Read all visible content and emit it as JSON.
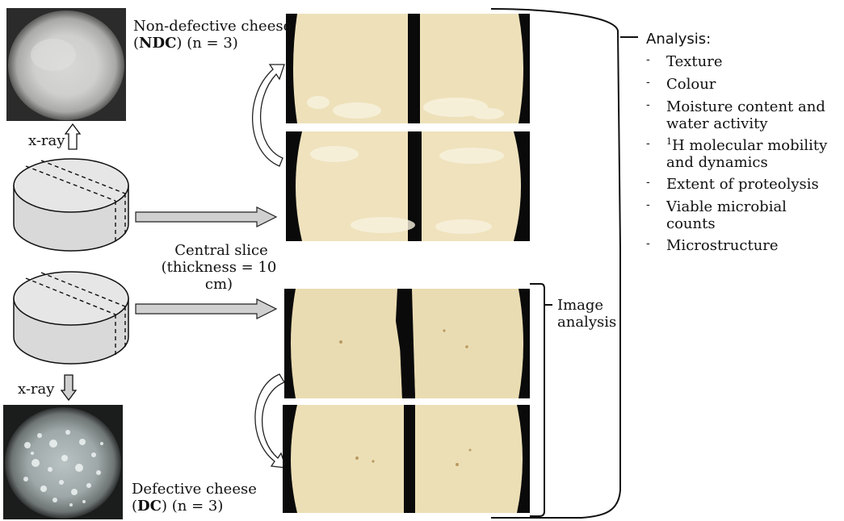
{
  "ndc_label": {
    "prefix": "Non-defective cheese",
    "open": "(",
    "abbr": "NDC",
    "close": ")",
    "n": "(n = 3)"
  },
  "dc_label": {
    "prefix": "Defective cheese",
    "open": "(",
    "abbr": "DC",
    "close": ")",
    "n": "(n = 3)"
  },
  "xray_top": "x-ray",
  "xray_bottom": "x-ray",
  "central_slice": {
    "line1": "Central slice",
    "line2": "(thickness = 10 cm)"
  },
  "image_analysis": {
    "line1": "Image",
    "line2": "analysis"
  },
  "analysis": {
    "title": "Analysis:",
    "items": [
      {
        "dash": "-",
        "text": "Texture"
      },
      {
        "dash": "-",
        "text": "Colour"
      },
      {
        "dash": "-",
        "text": "Moisture content and water activity"
      },
      {
        "dash": "-",
        "sup": "1",
        "text": "H molecular mobility and dynamics"
      },
      {
        "dash": "-",
        "text": "Extent of proteolysis"
      },
      {
        "dash": "-",
        "text": "Viable microbial counts"
      },
      {
        "dash": "-",
        "text": "Microstructure"
      }
    ]
  },
  "colors": {
    "cylinder": "#d9d9d9",
    "cylinder_top": "#e6e6e6",
    "arrow_fill": "#d0d0d0",
    "cheese": "#eee1ba",
    "rind_bg": "#0a0a0a"
  }
}
